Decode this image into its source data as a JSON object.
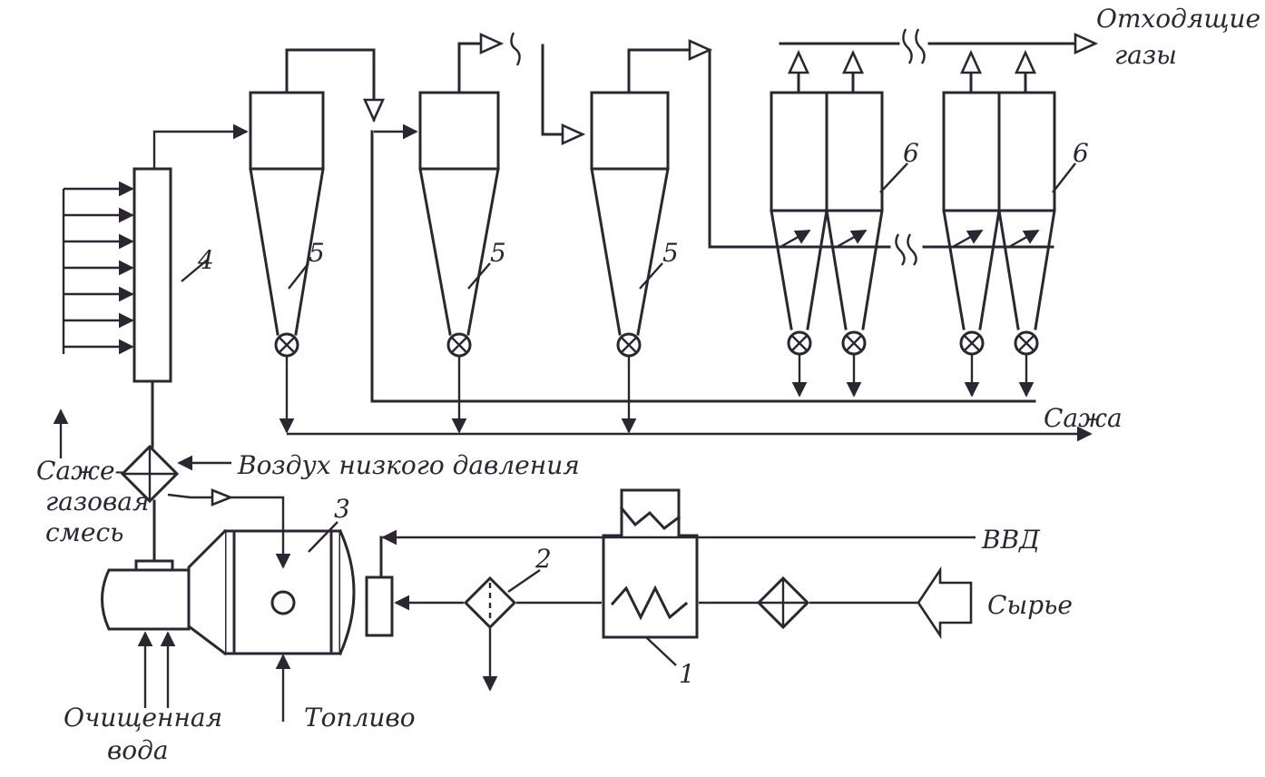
{
  "labels": {
    "off_gases_1": "Отходящие",
    "off_gases_2": "газы",
    "soot": "Сажа",
    "low_pressure_air": "Воздух низкого давления",
    "soot_gas_1": "Саже-",
    "soot_gas_2": "газовая",
    "soot_gas_3": "смесь",
    "hp_air": "ВВД",
    "feedstock": "Сырье",
    "purified_water_1": "Очищенная",
    "purified_water_2": "вода",
    "fuel": "Топливо"
  },
  "numbers": {
    "heater": "1",
    "filter": "2",
    "reactor": "3",
    "cooler": "4",
    "cyclone_a": "5",
    "cyclone_b": "5",
    "cyclone_c": "5",
    "bag_filter_a": "6",
    "bag_filter_b": "6"
  }
}
